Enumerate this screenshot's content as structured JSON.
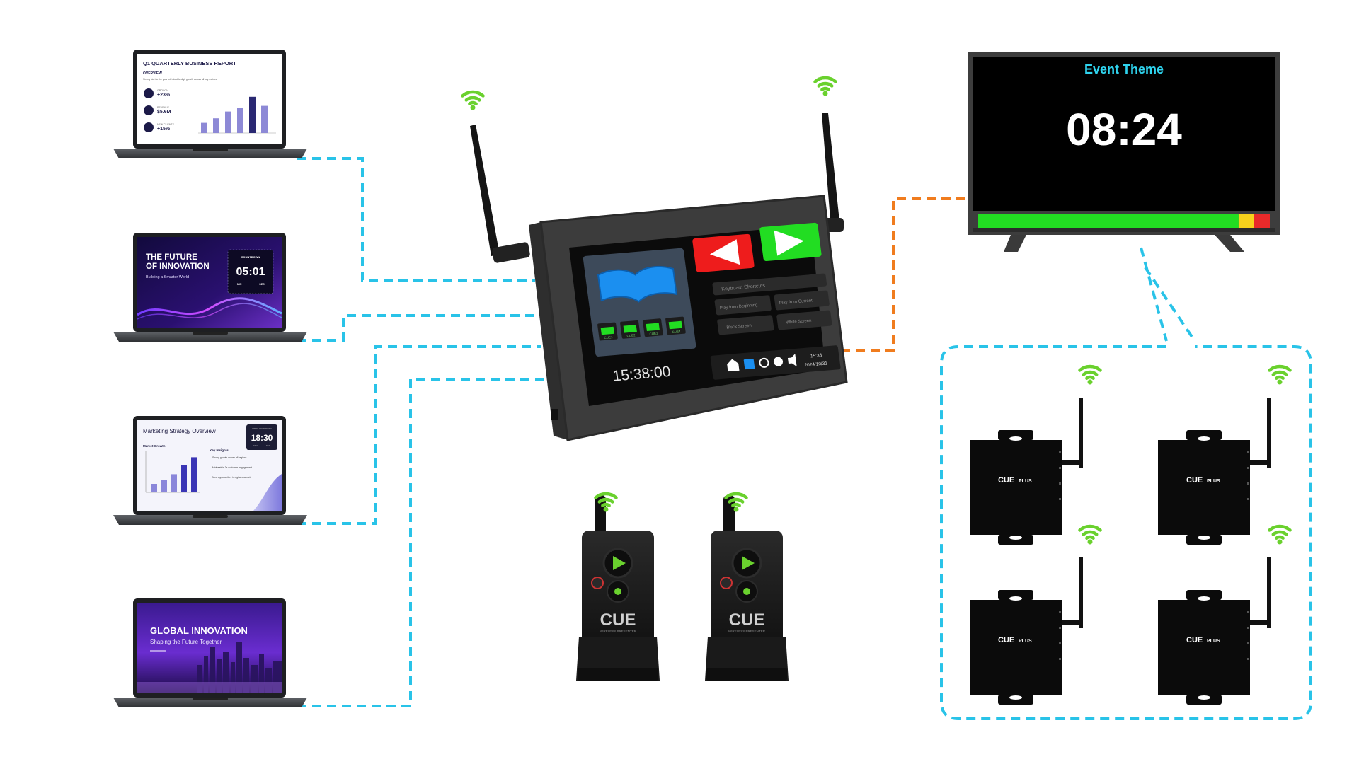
{
  "colors": {
    "link_blue": "#29c3e8",
    "link_orange": "#f07c1e",
    "wifi": "#6ad12e",
    "device_black": "#0b0b0b",
    "device_frame": "#3a3a3a",
    "screen_green": "#22dd22",
    "screen_red": "#ee1c1c",
    "bar_green": "#22dd22",
    "bar_yellow": "#f7d21c",
    "bar_red": "#e82a2a",
    "timer_title": "#2fd4ef"
  },
  "laptops": [
    {
      "screen": "report",
      "title": "Q1 QUARTERLY BUSINESS REPORT",
      "section": "OVERVIEW",
      "text": "Strong start to the year with double-digit growth across all key metrics.",
      "metrics": [
        {
          "label": "GROWTH",
          "value": "+23%",
          "icon": "chart-icon"
        },
        {
          "label": "REVENUE",
          "value": "$5.6M",
          "icon": "dollar-icon"
        },
        {
          "label": "NEW CLIENTS",
          "value": "+15%",
          "icon": "users-icon"
        }
      ],
      "chart_data": {
        "type": "bar",
        "values": [
          18,
          26,
          38,
          44,
          64,
          48
        ]
      }
    },
    {
      "screen": "innovation",
      "title_line1": "THE FUTURE",
      "title_line2": "OF INNOVATION",
      "subtitle": "Building a Smarter World",
      "countdown_label": "COUNTDOWN",
      "countdown_value": "05:01",
      "countdown_min": "MIN",
      "countdown_sec": "SEC"
    },
    {
      "screen": "marketing",
      "title": "Marketing Strategy Overview",
      "chart_title": "Market Growth",
      "insights_title": "Key Insights",
      "insights": [
        "Strong growth across all regions",
        "Midweek is 3x customer engagement",
        "New opportunities in digital channels"
      ],
      "timer_label": "BREAK COUNTDOWN",
      "timer_value": "18:30",
      "timer_min": "MIN",
      "timer_sec": "SEC",
      "chart_data": {
        "type": "bar",
        "values": [
          15,
          22,
          32,
          48,
          62
        ]
      }
    },
    {
      "screen": "global",
      "title": "GLOBAL INNOVATION",
      "subtitle": "Shaping the Future Together"
    }
  ],
  "controller": {
    "clock": "15:38:00",
    "date_time": "15:38",
    "date": "2024/10/31",
    "status_labels": [
      "CUE1",
      "CUE2",
      "CUE3",
      "CUE4"
    ],
    "menu": [
      "Keyboard Shortcuts",
      "Play from Beginning",
      "Play from Current",
      "Black Screen",
      "White Screen"
    ]
  },
  "display": {
    "title": "Event Theme",
    "time": "08:24",
    "progress": {
      "green": 0.893,
      "yellow": 0.053,
      "red": 0.054
    }
  },
  "remote": {
    "brand": "CUE",
    "tagline": "WIRELESS PRESENTER"
  },
  "receivers": {
    "brand": "CUE",
    "suffix": "PLUS"
  }
}
